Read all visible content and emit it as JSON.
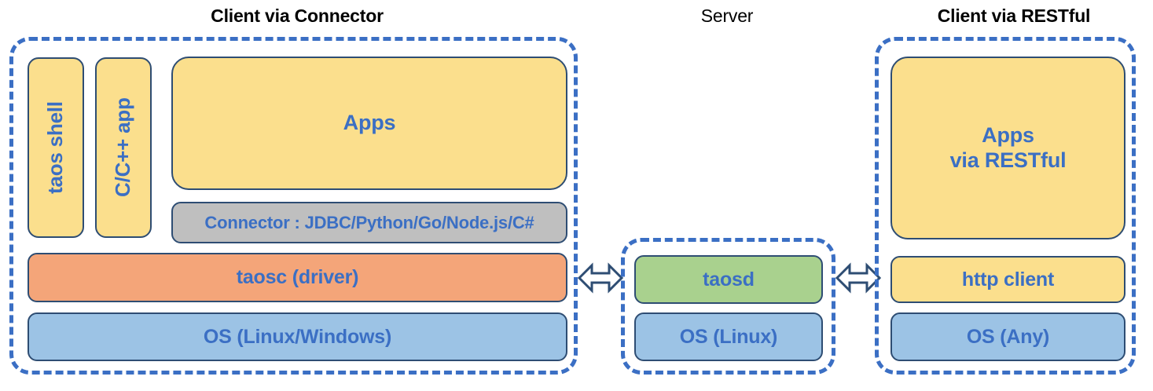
{
  "diagram": {
    "title_left": "Client via Connector",
    "title_middle": "Server",
    "title_right": "Client via RESTful",
    "colors": {
      "dashed_border": "#3B6FC4",
      "box_border": "#2E4D73",
      "text_blue": "#3B6FC4",
      "yellow": "#FBDF8D",
      "grey": "#BFBFBF",
      "orange": "#F4A579",
      "blue": "#9CC3E5",
      "green": "#A9D18E",
      "title_black": "#000000"
    }
  },
  "client_connector": {
    "taos_shell": "taos shell",
    "c_cpp_app": "C/C++ app",
    "apps": "Apps",
    "connector": "Connector : JDBC/Python/Go/Node.js/C#",
    "taosc_driver": "taosc (driver)",
    "os": "OS (Linux/Windows)"
  },
  "server": {
    "taosd": "taosd",
    "os": "OS (Linux)"
  },
  "client_restful": {
    "apps_line1": "Apps",
    "apps_line2": "via RESTful",
    "http_client": "http client",
    "os": "OS (Any)"
  },
  "arrows": {
    "left_arrow_name": "bidirectional-arrow",
    "right_arrow_name": "bidirectional-arrow"
  }
}
